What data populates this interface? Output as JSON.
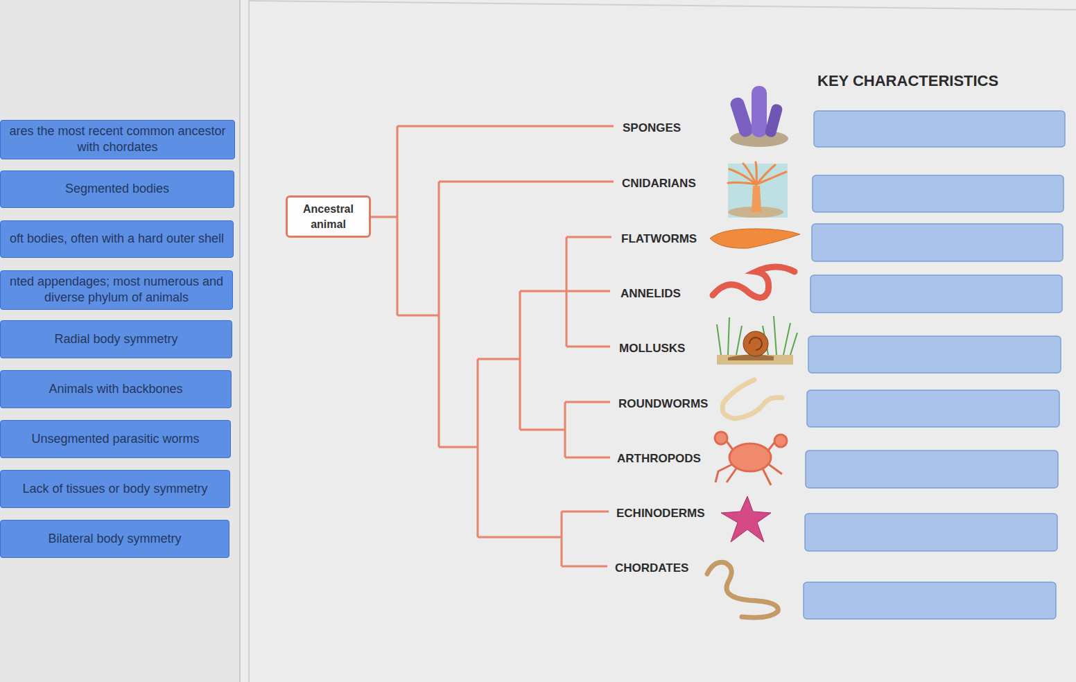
{
  "diagram": {
    "nodes": [
      {
        "text": [
          "ares the most recent common ancestor with chordates"
        ]
      },
      {
        "text": [
          "Segmented bodies"
        ]
      },
      {
        "text": [
          "oft bodies, often with a hard outer shell"
        ]
      },
      {
        "text": [
          "nted appendages; most numerous and diverse phylum of animals"
        ]
      },
      {
        "text": [
          "Radial body symmetry"
        ]
      },
      {
        "text": [
          "Animals with backbones"
        ]
      },
      {
        "text": [
          "Unsegmented parasitic worms"
        ]
      },
      {
        "text": [
          "Lack of tissues or body symmetry"
        ]
      },
      {
        "text": [
          "Bilateral body symmetry"
        ]
      },
      {
        "text": [
          "Ancestral animal"
        ]
      }
    ],
    "labels": [
      "KEY CHARACTERISTICS",
      "SPONGES",
      "CNIDARIANS",
      "FLATWORMS",
      "ANNELIDS",
      "MOLLUSKS",
      "ROUNDWORMS",
      "ARTHROPODS",
      "ECHINODERMS",
      "CHORDATES"
    ]
  }
}
